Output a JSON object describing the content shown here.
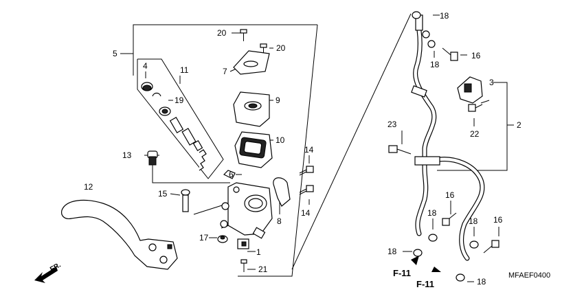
{
  "diagram_code": "MFAEF0400",
  "orientation_label": "FR.",
  "callouts": [
    {
      "key": "p1",
      "text": "1"
    },
    {
      "key": "p2",
      "text": "2"
    },
    {
      "key": "p3",
      "text": "3"
    },
    {
      "key": "p4",
      "text": "4"
    },
    {
      "key": "p5",
      "text": "5"
    },
    {
      "key": "p6",
      "text": "6"
    },
    {
      "key": "p7",
      "text": "7"
    },
    {
      "key": "p8",
      "text": "8"
    },
    {
      "key": "p9",
      "text": "9"
    },
    {
      "key": "p10",
      "text": "10"
    },
    {
      "key": "p11",
      "text": "11"
    },
    {
      "key": "p12",
      "text": "12"
    },
    {
      "key": "p13",
      "text": "13"
    },
    {
      "key": "p14a",
      "text": "14"
    },
    {
      "key": "p14b",
      "text": "14"
    },
    {
      "key": "p15",
      "text": "15"
    },
    {
      "key": "p16a",
      "text": "16"
    },
    {
      "key": "p16b",
      "text": "16"
    },
    {
      "key": "p16c",
      "text": "16"
    },
    {
      "key": "p17",
      "text": "17"
    },
    {
      "key": "p18a",
      "text": "18"
    },
    {
      "key": "p18b",
      "text": "18"
    },
    {
      "key": "p18c",
      "text": "18"
    },
    {
      "key": "p18d",
      "text": "18"
    },
    {
      "key": "p18e",
      "text": "18"
    },
    {
      "key": "p18f",
      "text": "18"
    },
    {
      "key": "p19",
      "text": "19"
    },
    {
      "key": "p20a",
      "text": "20"
    },
    {
      "key": "p20b",
      "text": "20"
    },
    {
      "key": "p21",
      "text": "21"
    },
    {
      "key": "p22",
      "text": "22"
    },
    {
      "key": "p23",
      "text": "23"
    }
  ],
  "references": [
    {
      "key": "f11a",
      "text": "F-11"
    },
    {
      "key": "f11b",
      "text": "F-11"
    }
  ]
}
